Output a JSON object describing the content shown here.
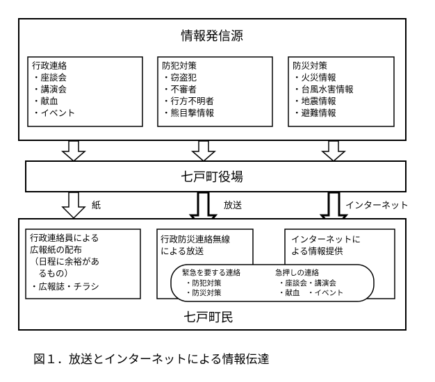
{
  "source": {
    "title": "情報発信源"
  },
  "categories": [
    {
      "heading": "行政連絡",
      "items": [
        "・座談会",
        "・講演会",
        "・献血",
        "・イベント"
      ]
    },
    {
      "heading": "防犯対策",
      "items": [
        "・窃盗犯",
        "・不審者",
        "・行方不明者",
        "・熊目撃情報"
      ]
    },
    {
      "heading": "防災対策",
      "items": [
        "・火災情報",
        "・台風水害情報",
        "・地震情報",
        "・避難情報"
      ]
    }
  ],
  "town_office": {
    "title": "七戸町役場"
  },
  "channels": [
    "紙",
    "放送",
    "インターネット"
  ],
  "residents": {
    "title": "七戸町民"
  },
  "methods": [
    {
      "lines": [
        "行政連絡員による",
        "広報紙の配布",
        "（日程に余裕があ",
        "るもの）",
        "・広報誌・チラシ"
      ]
    },
    {
      "lines": [
        "行政防災連絡無線",
        "による放送"
      ]
    },
    {
      "lines": [
        "インターネットに",
        "よる情報提供"
      ]
    }
  ],
  "broadcast_detail": {
    "urgent": {
      "heading": "緊急を要する連絡",
      "items": [
        "・防犯対策",
        "・防災対策"
      ]
    },
    "rush": {
      "heading": "急押しの連絡",
      "items": [
        "・座談会・講演会",
        "・献血　・イベント"
      ]
    }
  },
  "caption": "図１．放送とインターネットによる情報伝達"
}
